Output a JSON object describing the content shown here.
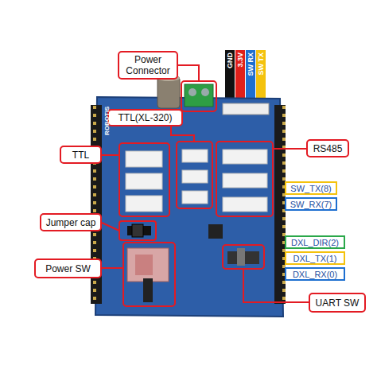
{
  "diagram": {
    "nodes": [
      {
        "text": [
          "Power Connector"
        ]
      },
      {
        "text": [
          "GND"
        ]
      },
      {
        "text": [
          "3.3V"
        ]
      },
      {
        "text": [
          "SW RX"
        ]
      },
      {
        "text": [
          "SW TX"
        ]
      },
      {
        "text": [
          "TTL(XL-320)"
        ]
      },
      {
        "text": [
          "RS485"
        ]
      },
      {
        "text": [
          "TTL"
        ]
      },
      {
        "text": [
          "SW_TX(8)"
        ]
      },
      {
        "text": [
          "SW_RX(7)"
        ]
      },
      {
        "text": [
          "Jumper cap"
        ]
      },
      {
        "text": [
          "DXL_DIR(2)"
        ]
      },
      {
        "text": [
          "DXL_TX(1)"
        ]
      },
      {
        "text": [
          "DXL_RX(0)"
        ]
      },
      {
        "text": [
          "Power SW"
        ]
      },
      {
        "text": [
          "UART SW"
        ]
      }
    ],
    "labels": [
      "ROBOTIS"
    ]
  }
}
